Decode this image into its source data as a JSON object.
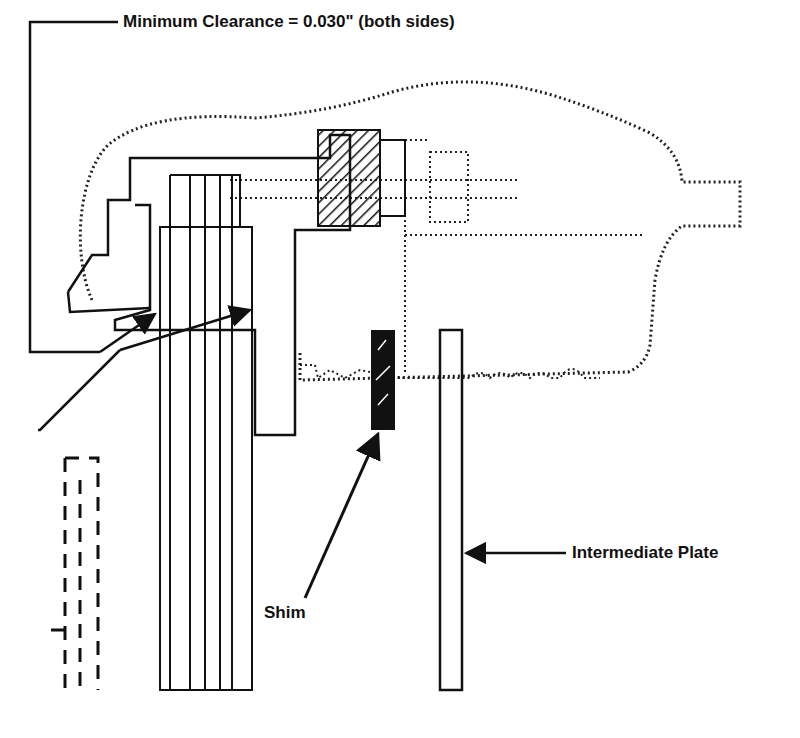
{
  "diagram": {
    "labels": [
      "Minimum Clearance = 0.030\" (both sides)",
      "Shim",
      "Intermediate Plate"
    ]
  }
}
